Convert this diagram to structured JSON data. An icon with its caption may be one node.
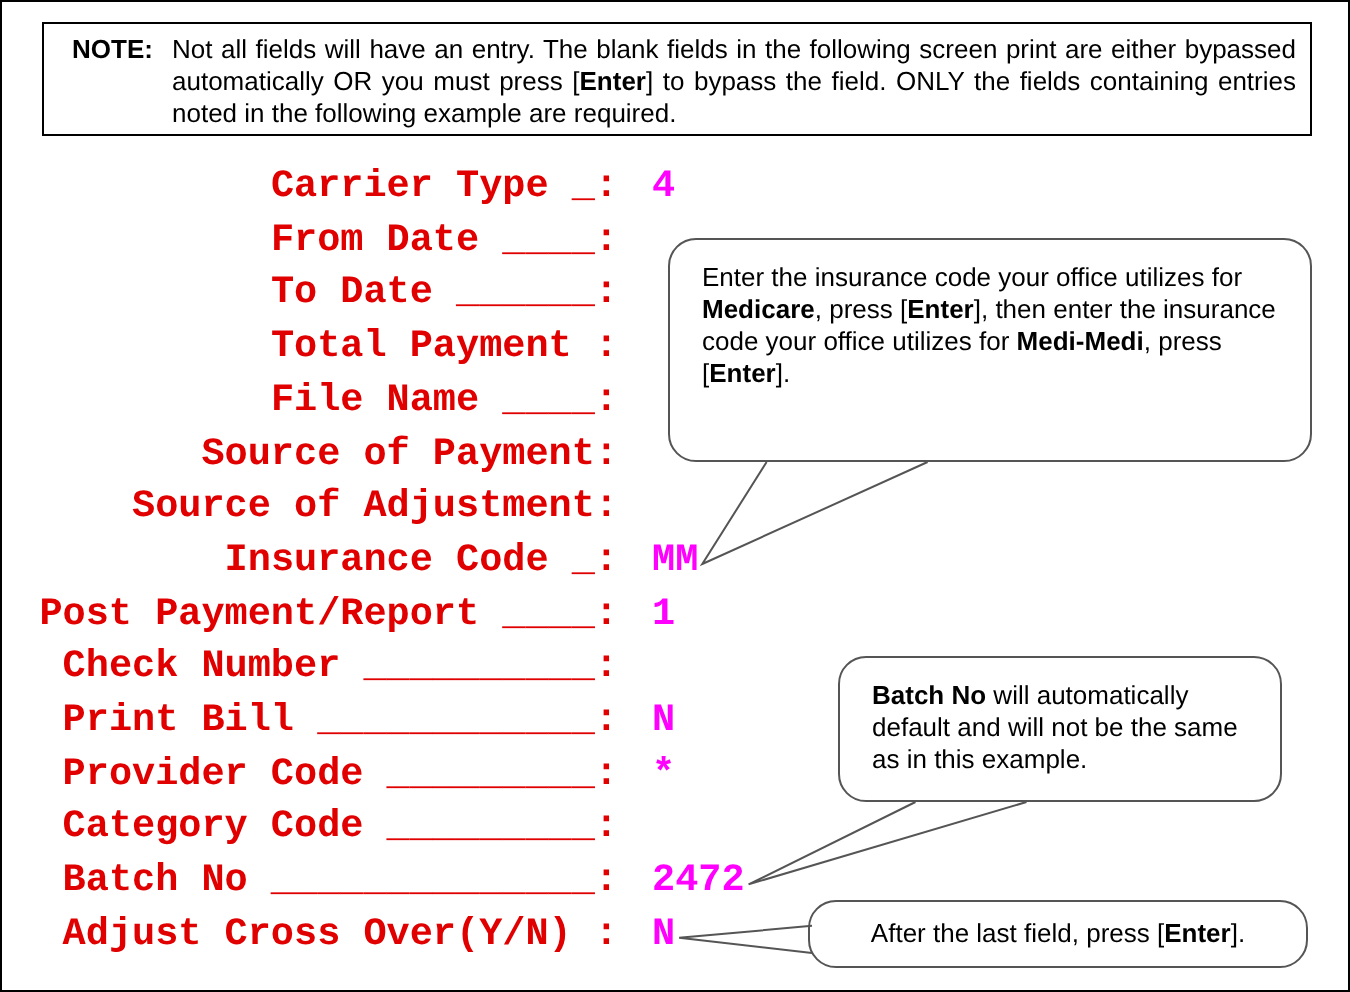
{
  "diagram": {
    "nodes": [
      {
        "text": [
          "NOTE:",
          "Not all fields will have an entry.  The blank fields in the following screen print are either bypassed automatically OR you must press [**Enter**] to bypass the field. ONLY the fields containing entries noted in the following example are required."
        ]
      },
      {
        "text": [
          "Enter the insurance code your office utilizes for **Medicare**, press [**Enter**], then enter the insurance code your office utilizes for **Medi-Medi**, press [**Enter**]."
        ]
      },
      {
        "text": [
          "MM"
        ]
      },
      {
        "text": [
          "**Batch No** will automatically default and will not be the same as in this example."
        ]
      },
      {
        "text": [
          "2472"
        ]
      },
      {
        "text": [
          "After the last field, press [**Enter**]."
        ]
      },
      {
        "text": [
          "N"
        ]
      }
    ],
    "edges": [
      {
        "from": 1,
        "to": 2,
        "arrow": "none"
      },
      {
        "from": 3,
        "to": 4,
        "arrow": "none"
      },
      {
        "from": 5,
        "to": 6,
        "arrow": "none"
      }
    ],
    "labels": [
      "Carrier Type _:",
      "4",
      "From Date ____:",
      "To Date ______:",
      "Total Payment :",
      "File Name ____:",
      "Source of Payment:",
      "Source of Adjustment:",
      "Insurance Code _:",
      "Post Payment/Report ____:",
      "1",
      "Check Number __________:",
      "Print Bill ____________:",
      "N",
      "Provider Code _________:",
      "*",
      "Category Code _________:",
      "Batch No ______________:",
      "Adjust Cross Over(Y/N) :"
    ]
  }
}
